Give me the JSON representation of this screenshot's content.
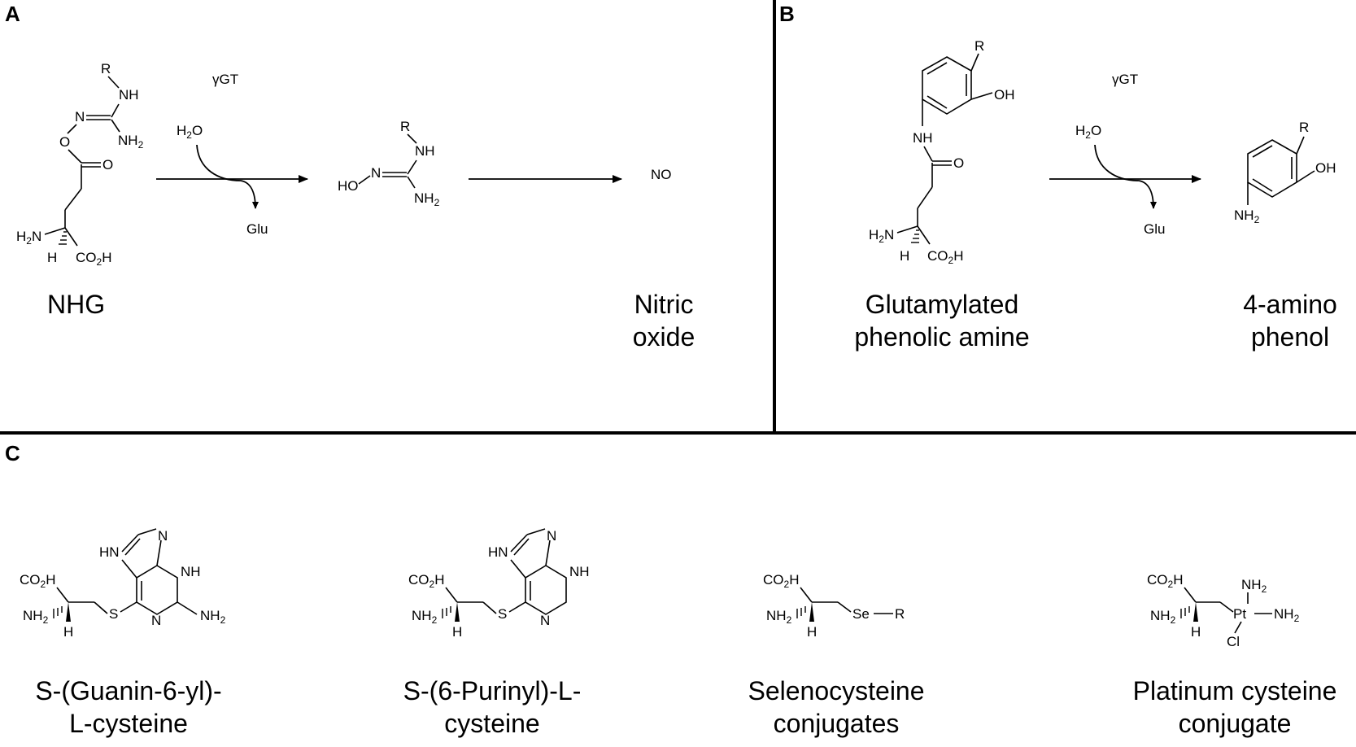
{
  "panels": {
    "a": "A",
    "b": "B",
    "c": "C"
  },
  "panel_a": {
    "enzyme": "γGT",
    "reactant_name": "NHG",
    "product_name_line1": "Nitric",
    "product_name_line2": "oxide",
    "intermediate_label": "NO",
    "water": "H",
    "water_sub": "2",
    "water_o": "O",
    "byproduct": "Glu"
  },
  "panel_b": {
    "enzyme": "γGT",
    "reactant_name_line1": "Glutamylated",
    "reactant_name_line2": "phenolic amine",
    "product_name_line1": "4-amino",
    "product_name_line2": "phenol",
    "byproduct": "Glu"
  },
  "panel_c": {
    "compounds": [
      {
        "line1": "S-(Guanin-6-yl)-",
        "line2": "L-cysteine"
      },
      {
        "line1": "S-(6-Purinyl)-L-",
        "line2": "cysteine"
      },
      {
        "line1": "Selenocysteine",
        "line2": "conjugates"
      },
      {
        "line1": "Platinum cysteine",
        "line2": "conjugate"
      }
    ]
  },
  "atoms": {
    "R": "R",
    "NH": "NH",
    "N": "N",
    "O": "O",
    "HO": "HO",
    "OH": "OH",
    "H": "H",
    "NH2": "NH",
    "two": "2",
    "CO2H_a": "CO",
    "CO2H_b": "H",
    "H2N": "H",
    "H2N_n": "N",
    "S": "S",
    "HN": "HN",
    "Se": "Se",
    "Pt": "Pt",
    "Cl": "Cl"
  }
}
